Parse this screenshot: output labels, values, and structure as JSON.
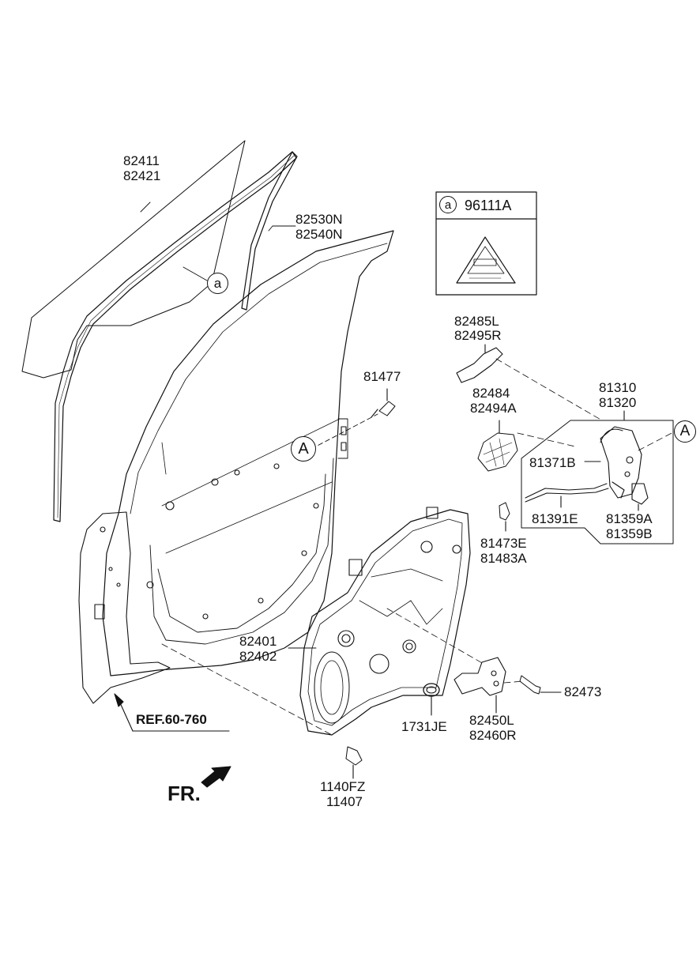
{
  "parts": {
    "glass": [
      "82411",
      "82421"
    ],
    "channel": [
      "82530N",
      "82540N"
    ],
    "bolt_top": [
      "81477"
    ],
    "bracket": [
      "82485L",
      "82495R"
    ],
    "cover": [
      "82484",
      "82494A"
    ],
    "latch": [
      "81310",
      "81320"
    ],
    "cable_b": [
      "81371B"
    ],
    "cable_e": [
      "81391E"
    ],
    "latch_sub": [
      "81359A",
      "81359B"
    ],
    "clip": [
      "81473E",
      "81483A"
    ],
    "module": [
      "82401",
      "82402"
    ],
    "grommet": [
      "1731JE"
    ],
    "motor": [
      "82450L",
      "82460R"
    ],
    "screw": [
      "82473"
    ],
    "bolt_bottom": [
      "1140FZ",
      "11407"
    ]
  },
  "reference": "REF.60-760",
  "direction": "FR.",
  "callout_a_small": "a",
  "callout_A": "A",
  "label_box": {
    "marker": "a",
    "part": "96111A"
  }
}
